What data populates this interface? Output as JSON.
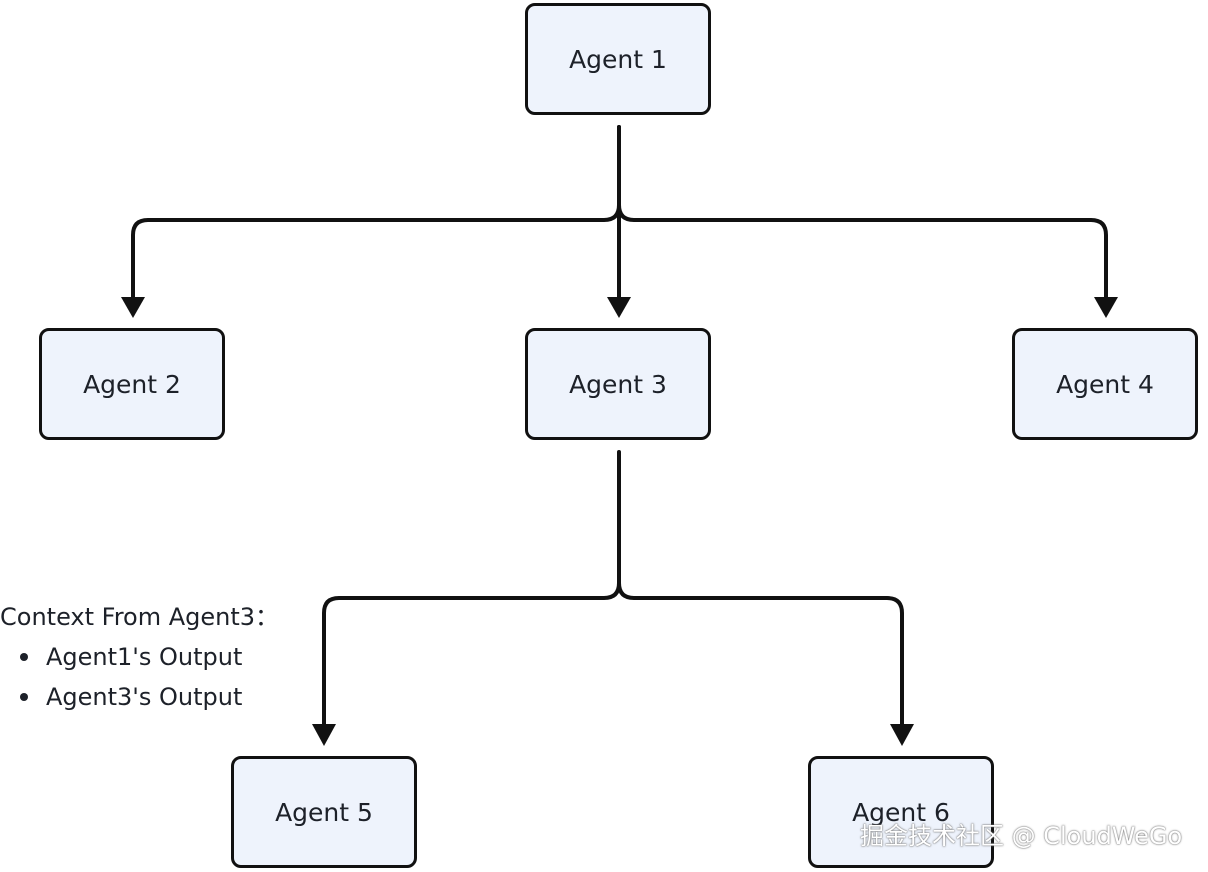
{
  "nodes": {
    "agent1": "Agent 1",
    "agent2": "Agent 2",
    "agent3": "Agent 3",
    "agent4": "Agent 4",
    "agent5": "Agent 5",
    "agent6": "Agent 6"
  },
  "context_note": {
    "title": "Context From Agent3：",
    "items": [
      "Agent1's Output",
      "Agent3's Output"
    ]
  },
  "watermark": "掘金技术社区 @ CloudWeGo",
  "colors": {
    "node_fill": "#eef3fc",
    "stroke": "#111111",
    "text": "#1d2129"
  }
}
